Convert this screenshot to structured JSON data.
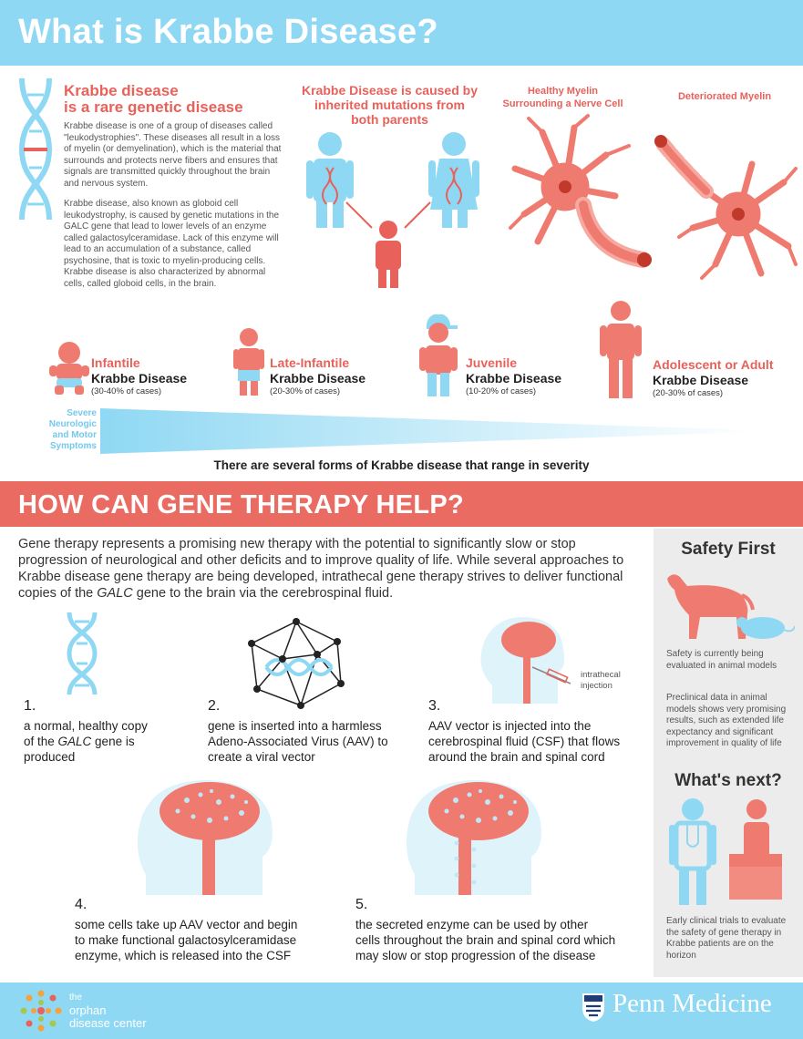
{
  "header": {
    "title": "What is Krabbe Disease?"
  },
  "intro": {
    "heading_line1": "Krabbe disease",
    "heading_line2": "is a rare genetic disease",
    "para1": "Krabbe disease is one of a group of diseases called \"leukodystrophies\". These diseases all result in a loss of myelin (or demyelination), which is the material that surrounds and protects nerve fibers and ensures that signals are transmitted quickly throughout the brain and nervous system.",
    "para2": "Krabbe disease, also known as globoid cell leukodystrophy, is caused by genetic mutations in the GALC gene that lead to lower levels of an enzyme called galactosylceramidase. Lack of this enzyme will lead to an accumulation of a substance, called psychosine, that is toxic to myelin-producing cells. Krabbe disease is also characterized by abnormal cells, called globoid cells, in the brain."
  },
  "inherit": {
    "line1": "Krabbe Disease is caused by",
    "line2": "inherited mutations from",
    "line3": "both parents"
  },
  "myelin": {
    "healthy_line1": "Healthy Myelin",
    "healthy_line2": "Surrounding a Nerve Cell",
    "deteriorated": "Deteriorated Myelin"
  },
  "forms": [
    {
      "name": "Infantile",
      "sub": "Krabbe Disease",
      "pct": "(30-40% of cases)"
    },
    {
      "name": "Late-Infantile",
      "sub": "Krabbe Disease",
      "pct": "(20-30% of cases)"
    },
    {
      "name": "Juvenile",
      "sub": "Krabbe Disease",
      "pct": "(10-20% of cases)"
    },
    {
      "name": "Adolescent or Adult",
      "sub": "Krabbe Disease",
      "pct": "(20-30% of cases)"
    }
  ],
  "severity": {
    "line1": "Severe",
    "line2": "Neurologic",
    "line3": "and Motor",
    "line4": "Symptoms",
    "caption": "There are several forms of Krabbe disease that range in severity"
  },
  "therapy": {
    "title": "HOW CAN GENE THERAPY HELP?",
    "line1": "Gene therapy represents a promising new therapy with the potential to significantly slow or stop",
    "line2": "progression of neurological and other deficits and to improve quality of life. While several approaches to",
    "line3": "Krabbe disease gene therapy are being developed, intrathecal gene therapy strives to deliver functional",
    "line4a": "copies of the ",
    "line4b": "GALC",
    "line4c": " gene to the brain via the cerebrospinal fluid."
  },
  "steps": [
    {
      "num": "1.",
      "l1": "a normal, healthy copy",
      "l2a": "of the ",
      "l2b": "GALC",
      "l2c": " gene is",
      "l3": "produced"
    },
    {
      "num": "2.",
      "l1": "gene is inserted into a harmless",
      "l2": "Adeno-Associated Virus (AAV) to",
      "l3": "create a viral vector"
    },
    {
      "num": "3.",
      "l1": "AAV vector is injected into the",
      "l2": "cerebrospinal fluid (CSF) that flows",
      "l3": "around the brain and spinal cord",
      "injection_l1": "intrathecal",
      "injection_l2": "injection"
    },
    {
      "num": "4.",
      "l1": "some cells take up AAV vector and begin",
      "l2": "to make functional galactosylceramidase",
      "l3": "enzyme, which is released into the CSF"
    },
    {
      "num": "5.",
      "l1": "the secreted enzyme can be used by other",
      "l2": "cells throughout the brain and spinal cord which",
      "l3": "may slow or stop progression of the disease"
    }
  ],
  "sidebar": {
    "safety_title": "Safety First",
    "safety_text1": "Safety is currently being evaluated in animal models",
    "safety_text2": "Preclinical data in animal models shows very promising results, such as extended life expectancy and significant improvement in quality of life",
    "next_title": "What's next?",
    "next_text": "Early clinical trials to evaluate the safety of gene therapy in Krabbe patients are on the horizon"
  },
  "footer": {
    "logo_l1": "the",
    "logo_l2": "orphan",
    "logo_l3": "disease center",
    "penn": "Penn Medicine"
  },
  "colors": {
    "coral": "#e8615a",
    "light_blue": "#8fd8f3",
    "blue": "#74c9ec",
    "grey": "#ececec"
  }
}
